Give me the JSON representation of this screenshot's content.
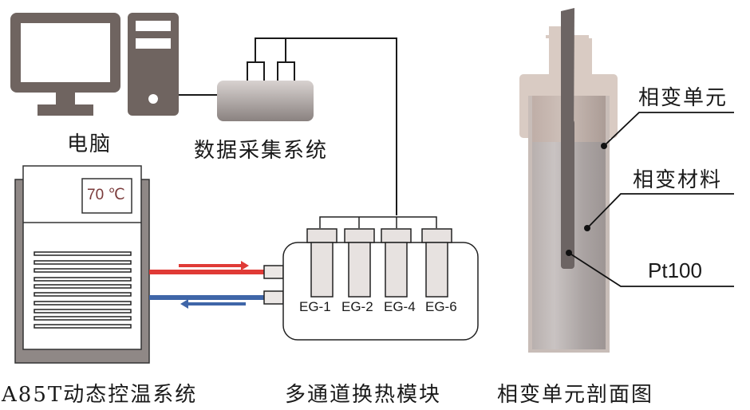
{
  "labels": {
    "computer": "电脑",
    "daq": "数据采集系统",
    "thermostat": "A85T动态控温系统",
    "module": "多通道换热模块",
    "section": "相变单元剖面图",
    "pcm_unit": "相变单元",
    "pcm_material": "相变材料",
    "sensor": "Pt100"
  },
  "thermostat_display": "70 ℃",
  "channels": [
    "EG-1",
    "EG-2",
    "EG-4",
    "EG-6"
  ],
  "colors": {
    "device_gray": "#6f6460",
    "hot_line": "#e03a36",
    "cold_line": "#3f66a8",
    "display_text": "#7a3a3a",
    "cap": "#d9cbc3",
    "tube_fill": "#b3acab"
  },
  "flow": {
    "hot": "supply",
    "cold": "return"
  }
}
